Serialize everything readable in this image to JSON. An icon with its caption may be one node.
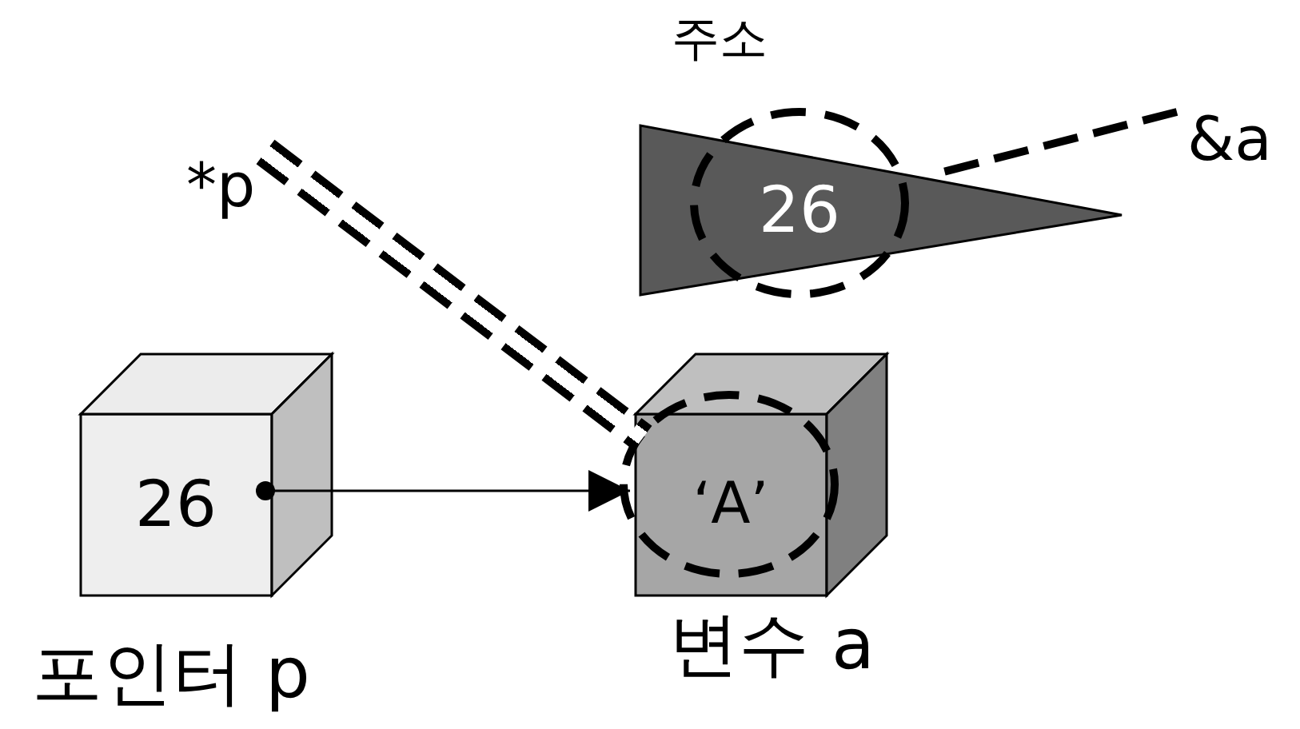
{
  "diagram": {
    "nodes": [
      {
        "text": [
          "26"
        ],
        "beside": [
          "포인터 p"
        ]
      },
      {
        "text": [
          "‘A’"
        ],
        "beside": [
          "변수 a"
        ]
      },
      {
        "text": [
          "26"
        ],
        "beside": [
          "주소"
        ]
      },
      {
        "text": [
          "*p"
        ]
      },
      {
        "text": [
          "&a"
        ]
      }
    ],
    "edges": [
      {
        "from": 0,
        "to": 1,
        "arrow": "to"
      },
      {
        "from": 3,
        "to": 1,
        "arrow": "none",
        "style": "dashed"
      },
      {
        "from": 4,
        "to": 2,
        "arrow": "none",
        "style": "dashed"
      }
    ]
  }
}
